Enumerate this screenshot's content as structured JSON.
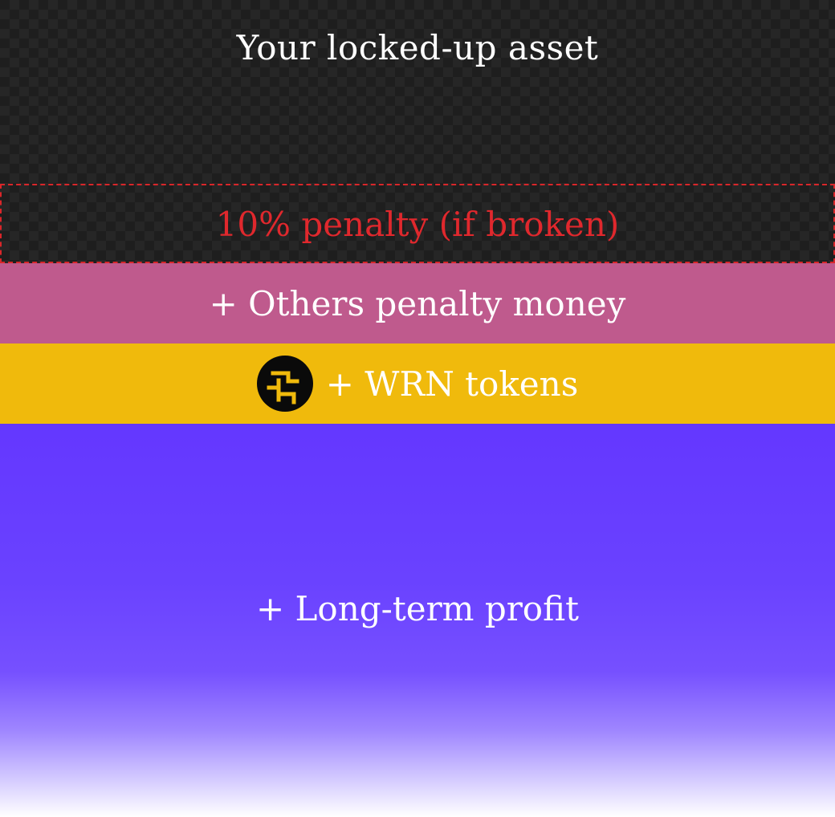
{
  "diagram": {
    "asset_label": "Your locked-up asset",
    "penalty_label": "10% penalty (if broken)",
    "others_label": "+ Others penalty money",
    "wrn_label": "+ WRN tokens",
    "profit_label": "+ Long-term profit"
  },
  "icons": {
    "wrn_logo": "wrn-token-icon"
  },
  "colors": {
    "asset_background": "#1e1e1e",
    "penalty_text": "#e0282d",
    "penalty_border": "#d9262a",
    "others_band": "#bf5a8d",
    "wrn_band": "#f0ba0c",
    "profit_band": "#6437ff",
    "text_light": "#ffffff"
  }
}
